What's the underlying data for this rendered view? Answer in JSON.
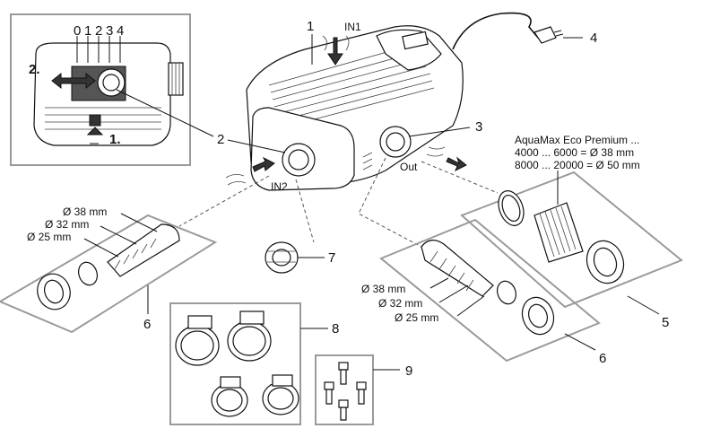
{
  "callouts": {
    "c1": "1",
    "c2": "2",
    "c3": "3",
    "c4": "4",
    "c5": "5",
    "c6a": "6",
    "c6b": "6",
    "c7": "7",
    "c8": "8",
    "c9": "9"
  },
  "inset": {
    "scale": [
      "0",
      "1",
      "2",
      "3",
      "4"
    ],
    "step2": "2.",
    "step1": "1."
  },
  "ports": {
    "in1": "IN1",
    "in2": "IN2",
    "out": "Out"
  },
  "spec": {
    "title": "AquaMax Eco Premium ...",
    "line1": "4000 ... 6000 = Ø 38 mm",
    "line2": "8000 ... 20000 = Ø 50 mm"
  },
  "hose_left": {
    "d38": "Ø 38 mm",
    "d32": "Ø 32 mm",
    "d25": "Ø 25 mm"
  },
  "hose_right": {
    "d38": "Ø 38 mm",
    "d32": "Ø 32 mm",
    "d25": "Ø 25 mm"
  }
}
